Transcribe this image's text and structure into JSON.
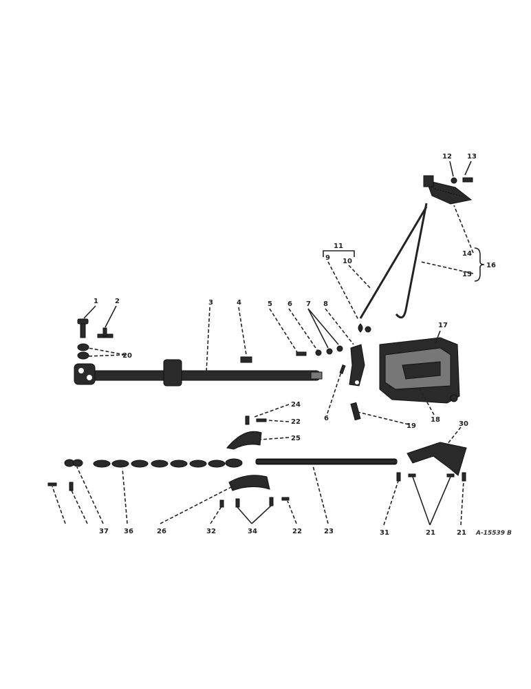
{
  "callouts": [
    "1",
    "2",
    "3",
    "4",
    "5",
    "6",
    "7",
    "8",
    "9",
    "10",
    "11",
    "12",
    "13",
    "14",
    "15",
    "16",
    "17",
    "18",
    "19",
    "20",
    "6",
    "24",
    "22",
    "25",
    "30",
    "37",
    "36",
    "26",
    "23",
    "34",
    "32",
    "22",
    "31",
    "21",
    "21"
  ],
  "reference_code": "A-15539 B"
}
